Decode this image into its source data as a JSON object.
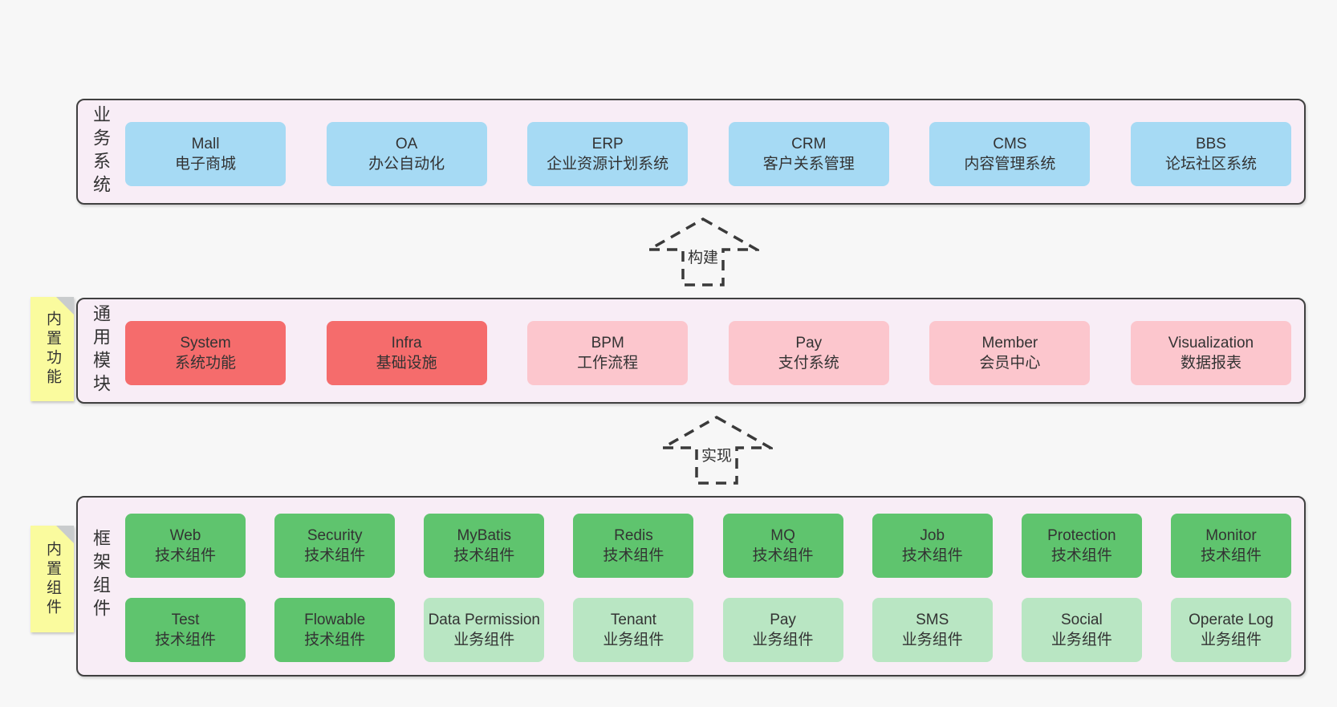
{
  "colors": {
    "page_background": "#f7f7f7",
    "panel_background": "#f8edf6",
    "panel_border": "#404040",
    "box_blue": "#a6daf4",
    "box_red": "#f56c6c",
    "box_pink": "#fcc6cd",
    "box_green": "#5fc46e",
    "box_light_green": "#b9e6c3",
    "sticky_yellow": "#fafb9e",
    "sticky_fold_gray": "#c9cccd",
    "text": "#333333",
    "arrow_dash": "#3a3a3a"
  },
  "arrows": [
    {
      "label": "构建"
    },
    {
      "label": "实现"
    }
  ],
  "panels": {
    "business": {
      "label": "业务系统",
      "items": [
        {
          "en": "Mall",
          "zh": "电子商城"
        },
        {
          "en": "OA",
          "zh": "办公自动化"
        },
        {
          "en": "ERP",
          "zh": "企业资源计划系统"
        },
        {
          "en": "CRM",
          "zh": "客户关系管理"
        },
        {
          "en": "CMS",
          "zh": "内容管理系统"
        },
        {
          "en": "BBS",
          "zh": "论坛社区系统"
        }
      ]
    },
    "modules": {
      "label": "通用模块",
      "sticky": "内置功能",
      "items": [
        {
          "en": "System",
          "zh": "系统功能"
        },
        {
          "en": "Infra",
          "zh": "基础设施"
        },
        {
          "en": "BPM",
          "zh": "工作流程"
        },
        {
          "en": "Pay",
          "zh": "支付系统"
        },
        {
          "en": "Member",
          "zh": "会员中心"
        },
        {
          "en": "Visualization",
          "zh": "数据报表"
        }
      ]
    },
    "components": {
      "label": "框架组件",
      "sticky": "内置组件",
      "rows": [
        [
          {
            "en": "Web",
            "zh": "技术组件"
          },
          {
            "en": "Security",
            "zh": "技术组件"
          },
          {
            "en": "MyBatis",
            "zh": "技术组件"
          },
          {
            "en": "Redis",
            "zh": "技术组件"
          },
          {
            "en": "MQ",
            "zh": "技术组件"
          },
          {
            "en": "Job",
            "zh": "技术组件"
          },
          {
            "en": "Protection",
            "zh": "技术组件"
          },
          {
            "en": "Monitor",
            "zh": "技术组件"
          }
        ],
        [
          {
            "en": "Test",
            "zh": "技术组件"
          },
          {
            "en": "Flowable",
            "zh": "技术组件"
          },
          {
            "en": "Data Permission",
            "zh": "业务组件"
          },
          {
            "en": "Tenant",
            "zh": "业务组件"
          },
          {
            "en": "Pay",
            "zh": "业务组件"
          },
          {
            "en": "SMS",
            "zh": "业务组件"
          },
          {
            "en": "Social",
            "zh": "业务组件"
          },
          {
            "en": "Operate Log",
            "zh": "业务组件"
          }
        ]
      ]
    }
  }
}
